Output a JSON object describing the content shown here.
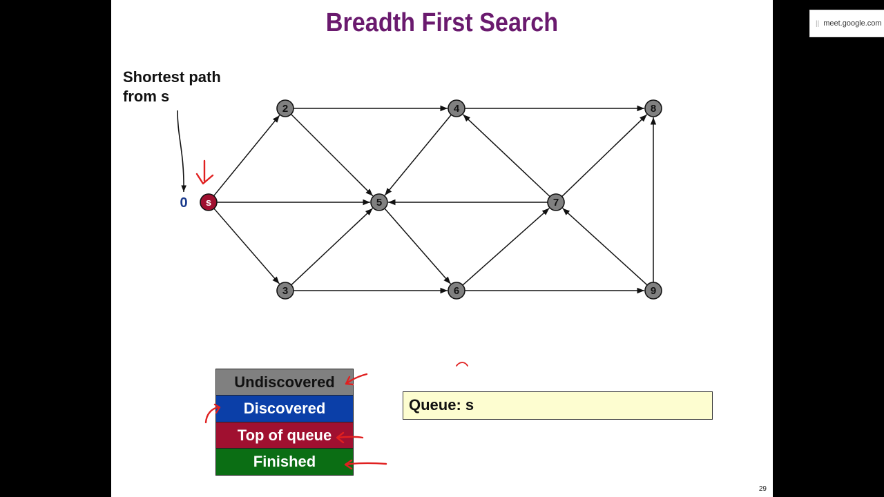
{
  "slide": {
    "title": "Breadth First Search",
    "shortest_path_label": "Shortest path\nfrom s",
    "distance_label": "0",
    "page_number": "29"
  },
  "graph": {
    "nodes": [
      {
        "id": "s",
        "label": "s",
        "state": "top"
      },
      {
        "id": "2",
        "label": "2",
        "state": "undiscovered"
      },
      {
        "id": "3",
        "label": "3",
        "state": "undiscovered"
      },
      {
        "id": "4",
        "label": "4",
        "state": "undiscovered"
      },
      {
        "id": "5",
        "label": "5",
        "state": "undiscovered"
      },
      {
        "id": "6",
        "label": "6",
        "state": "undiscovered"
      },
      {
        "id": "7",
        "label": "7",
        "state": "undiscovered"
      },
      {
        "id": "8",
        "label": "8",
        "state": "undiscovered"
      },
      {
        "id": "9",
        "label": "9",
        "state": "undiscovered"
      }
    ],
    "edges": [
      [
        "s",
        "2"
      ],
      [
        "s",
        "5"
      ],
      [
        "s",
        "3"
      ],
      [
        "2",
        "4"
      ],
      [
        "2",
        "5"
      ],
      [
        "3",
        "5"
      ],
      [
        "3",
        "6"
      ],
      [
        "4",
        "5"
      ],
      [
        "4",
        "8"
      ],
      [
        "5",
        "6"
      ],
      [
        "6",
        "7"
      ],
      [
        "6",
        "9"
      ],
      [
        "7",
        "5"
      ],
      [
        "7",
        "4"
      ],
      [
        "7",
        "8"
      ],
      [
        "9",
        "7"
      ],
      [
        "9",
        "8"
      ]
    ]
  },
  "legend": [
    {
      "label": "Undiscovered",
      "bg": "#808080",
      "fg": "#111111"
    },
    {
      "label": "Discovered",
      "bg": "#0b3fa8",
      "fg": "#ffffff"
    },
    {
      "label": "Top of queue",
      "bg": "#a01030",
      "fg": "#ffffff"
    },
    {
      "label": "Finished",
      "bg": "#0b6e14",
      "fg": "#ffffff"
    }
  ],
  "queue": {
    "text": "Queue: s"
  },
  "colors": {
    "title": "#6a1a6e",
    "undiscovered": "#808080",
    "discovered": "#0b3fa8",
    "top": "#a01030",
    "finished": "#0b6e14",
    "annotation": "#e02020",
    "distance": "#1a3a8c"
  },
  "meet_chip": {
    "text": "meet.google.com"
  }
}
